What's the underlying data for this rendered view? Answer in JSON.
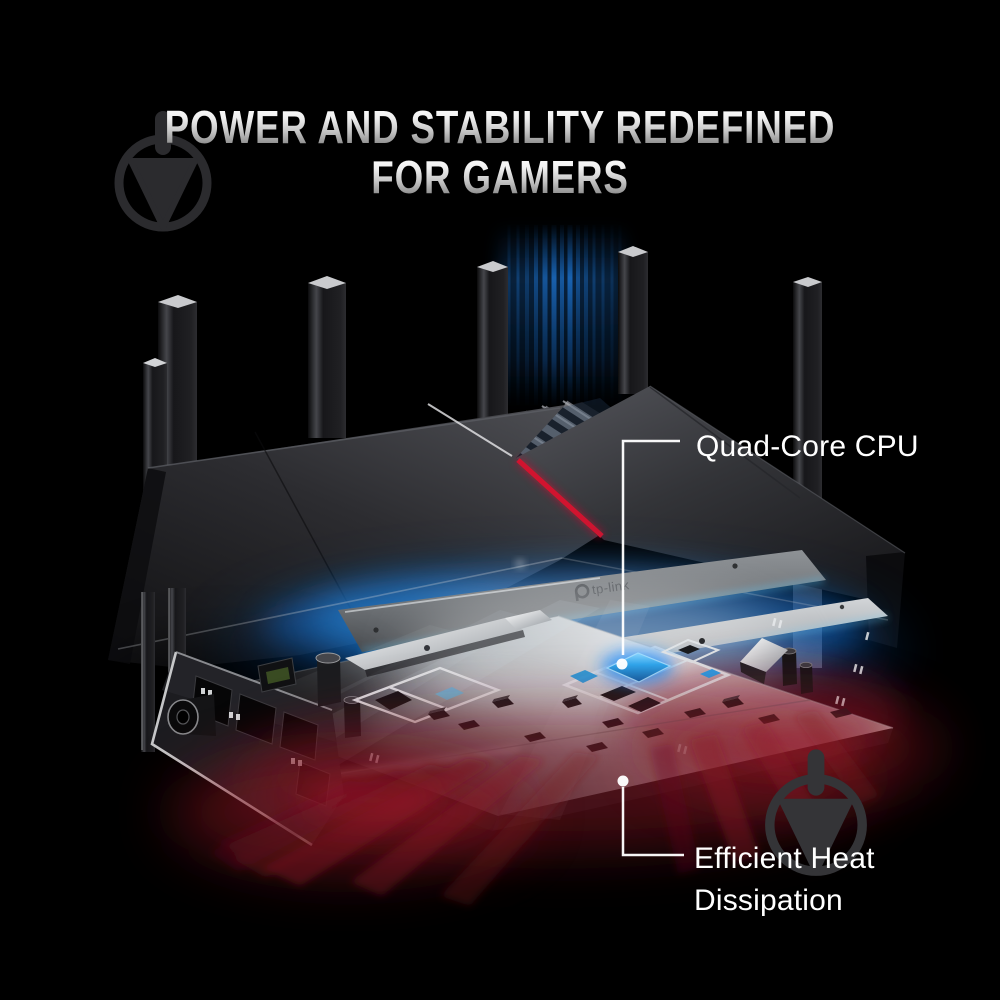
{
  "title": {
    "line1": "POWER AND STABILITY REDEFINED",
    "line2": "FOR GAMERS"
  },
  "callouts": {
    "cpu": {
      "label": "Quad-Core CPU"
    },
    "heat": {
      "line1": "Efficient Heat",
      "line2": "Dissipation"
    }
  },
  "branding": {
    "logo_text": "tp-link"
  },
  "watermarks": {
    "icon": "map-pin-circle-icon",
    "positions": [
      "top-left",
      "bottom-right"
    ]
  },
  "colors": {
    "background": "#000000",
    "title_silver": "#c6c6c6",
    "callout_text": "#ffffff",
    "cover_gray": "#3d3e43",
    "accent_red_stripe": "#c8102e",
    "glow_blue": "#1e78d8",
    "cpu_chip_blue": "#2fa8f0",
    "glow_red": "#8a1626",
    "plate_gray": "#7e8286",
    "watermark_gray": "#2e2e31"
  }
}
